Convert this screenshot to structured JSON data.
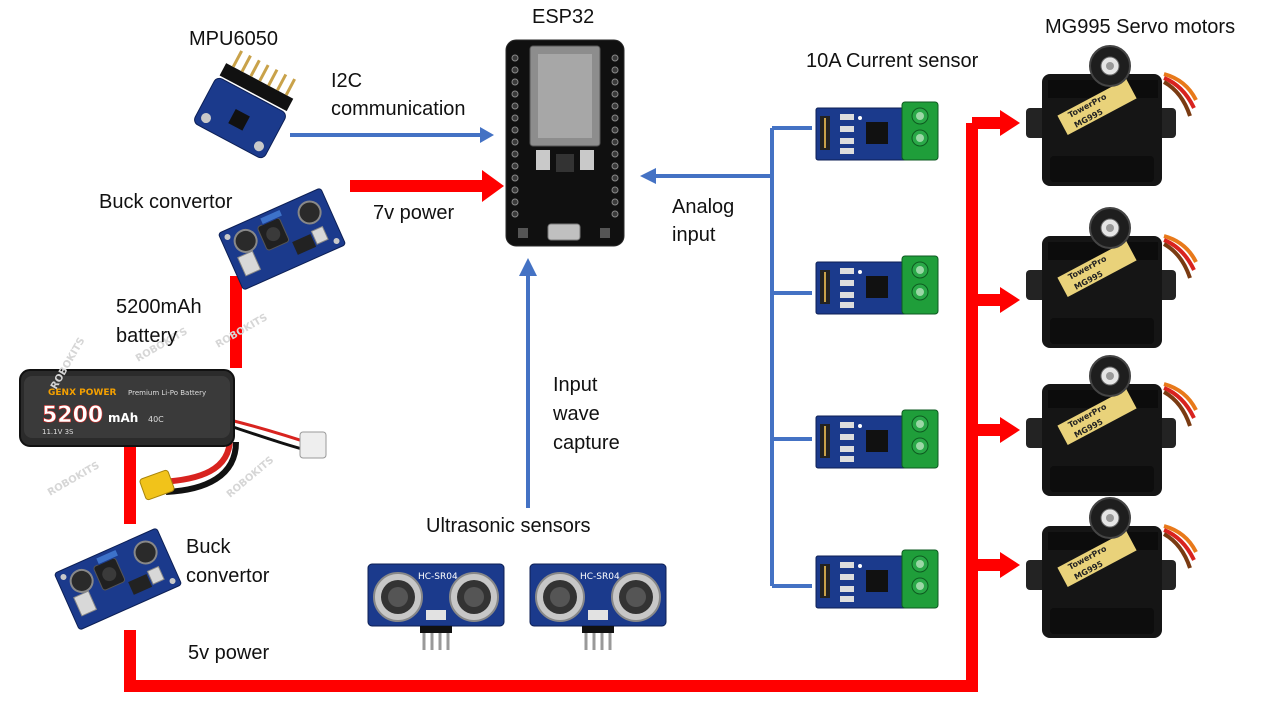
{
  "labels": {
    "mpu": "MPU6050",
    "i2c_line1": "I2C",
    "i2c_line2": "communication",
    "esp32": "ESP32",
    "current_sensor": "10A Current sensor",
    "servo_motors": "MG995 Servo motors",
    "buck_top": "Buck convertor",
    "power_7v": "7v power",
    "analog_line1": "Analog",
    "analog_line2": "input",
    "battery_line1": "5200mAh",
    "battery_line2": "battery",
    "input_wave_line1": "Input",
    "input_wave_line2": "wave",
    "input_wave_line3": "capture",
    "ultrasonic": "Ultrasonic sensors",
    "buck_bottom_line1": "Buck",
    "buck_bottom_line2": "convertor",
    "power_5v": "5v power"
  },
  "component_text": {
    "battery_brand": "GENX POWER",
    "battery_subtitle": "Premium Li-Po Battery",
    "battery_capacity": "5200",
    "battery_unit": "mAh",
    "battery_rating": "40C",
    "battery_spec": "11.1V 3S",
    "ultrasonic_model": "HC-SR04",
    "watermark": "ROBOKITS",
    "servo_brand": "TowerPro",
    "servo_model": "MG995"
  },
  "colors": {
    "power_wire": "#ff0000",
    "signal_wire": "#4472c4",
    "pcb_blue": "#1b3a8c",
    "pcb_black": "#111111",
    "terminal_green": "#1f9e3a",
    "servo_body": "#151515",
    "servo_wire_orange": "#e8791a",
    "servo_wire_red": "#d8231f",
    "servo_wire_brown": "#7a3b12"
  },
  "icons": {
    "mpu": "imu-sensor-board-icon",
    "esp32": "microcontroller-board-icon",
    "buck": "buck-converter-module-icon",
    "battery": "lipo-battery-icon",
    "ultrasonic": "ultrasonic-sensor-icon",
    "current_sensor": "current-sensor-module-icon",
    "servo": "servo-motor-icon"
  }
}
